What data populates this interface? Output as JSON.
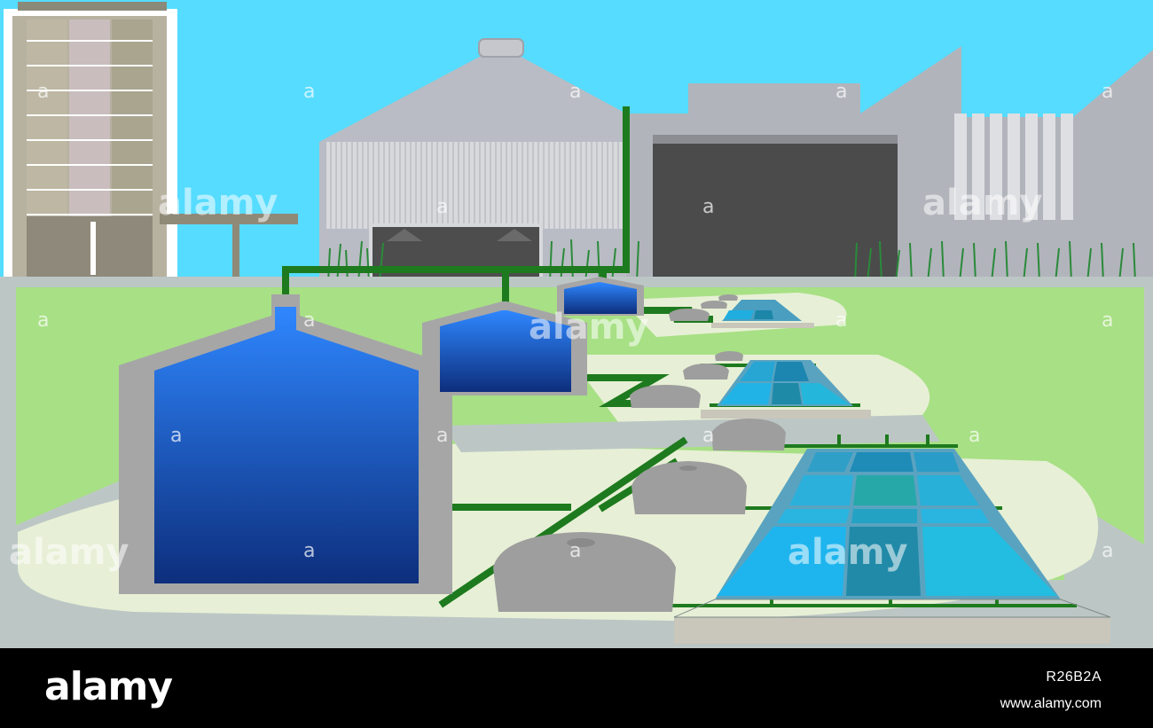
{
  "watermark": {
    "brand": "alamy",
    "small_mark": "a"
  },
  "footer": {
    "logo_text": "alamy",
    "image_id": "R26B2A",
    "site_url": "www.alamy.com"
  },
  "colors": {
    "sky": "#55dcff",
    "grass": "#a8e085",
    "pipe": "#1e7a1e",
    "tank_water_top": "#2e86ff",
    "tank_water_bottom": "#0d2e7a",
    "pool_water": "#22b5e0",
    "concrete": "#a6a6a6"
  },
  "icons": [
    "alamy-watermark",
    "alamy-logo"
  ]
}
